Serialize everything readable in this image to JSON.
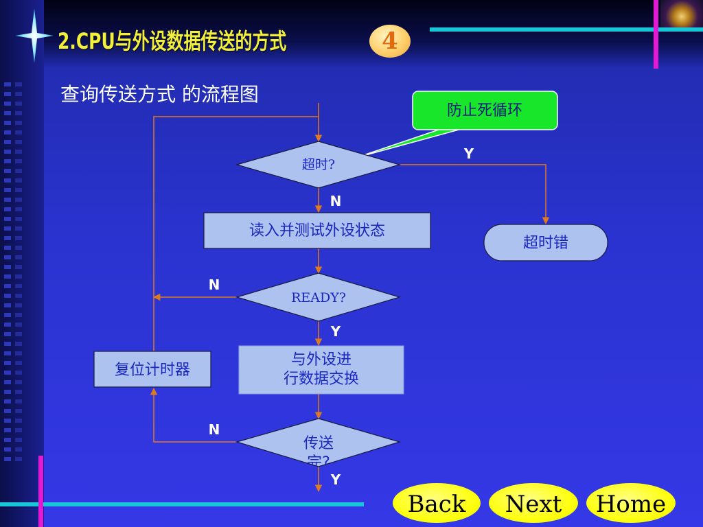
{
  "header": {
    "title": "2.CPU与外设数据传送的方式",
    "badge": "4"
  },
  "subtitle": "查询传送方式 的流程图",
  "callout": "防止死循环",
  "flow": {
    "timeout_q": "超时?",
    "read_status": "读入并测试外设状态",
    "timeout_err": "超时错",
    "ready_q": "READY?",
    "exchange_line1": "与外设进",
    "exchange_line2": "行数据交换",
    "reset_timer": "复位计时器",
    "done_line1": "传送",
    "done_line2": "完?",
    "labels": {
      "timeout_yes": "Y",
      "timeout_no": "N",
      "ready_no": "N",
      "ready_yes": "Y",
      "done_no": "N",
      "done_yes": "Y"
    }
  },
  "nav": {
    "back": "Back",
    "next": "Next",
    "home": "Home"
  },
  "colors": {
    "title": "#f2f03a",
    "box_fill": "#aec2ef",
    "callout": "#17e62a",
    "arrow": "#e07a20",
    "accent_cyan": "#19c6d8",
    "accent_magenta": "#e21ad4",
    "nav_button": "#ffff10"
  },
  "icons": [
    "sparkle-star-icon"
  ]
}
